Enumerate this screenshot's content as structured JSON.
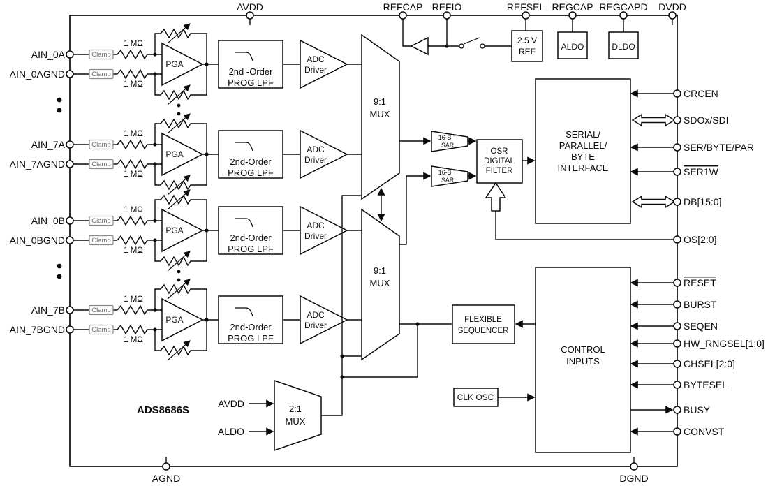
{
  "figure": {
    "chip_label": "ADS8686S"
  },
  "top_pins": [
    "AVDD",
    "REFCAP",
    "REFIO",
    "REFSEL",
    "REGCAP",
    "REGCAPD",
    "DVDD"
  ],
  "bottom_pins": [
    "AGND",
    "DGND"
  ],
  "right_pins": [
    {
      "label": "CRCEN",
      "dir": "input"
    },
    {
      "label": "SDOx/SDI",
      "dir": "bidirectional"
    },
    {
      "label": "SER/BYTE/PAR",
      "dir": "input"
    },
    {
      "label": "SER1W",
      "dir": "input",
      "overline": true
    },
    {
      "label": "DB[15:0]",
      "dir": "bidirectional"
    },
    {
      "label": "OS[2:0]",
      "dir": "input"
    },
    {
      "label": "RESET",
      "dir": "input",
      "overline": true
    },
    {
      "label": "BURST",
      "dir": "input"
    },
    {
      "label": "SEQEN",
      "dir": "input"
    },
    {
      "label": "HW_RNGSEL[1:0]",
      "dir": "input"
    },
    {
      "label": "CHSEL[2:0]",
      "dir": "input"
    },
    {
      "label": "BYTESEL",
      "dir": "input"
    },
    {
      "label": "BUSY",
      "dir": "output"
    },
    {
      "label": "CONVST",
      "dir": "input"
    }
  ],
  "channels": [
    {
      "pin": "AIN_0A",
      "gnd_pin": "AIN_0AGND",
      "clamp": "Clamp",
      "resistor": "1 MΩ",
      "pga": "PGA",
      "lpf_line1": "2nd -Order",
      "lpf_line2": "PROG LPF",
      "driver_line1": "ADC",
      "driver_line2": "Driver"
    },
    {
      "pin": "AIN_7A",
      "gnd_pin": "AIN_7AGND",
      "clamp": "Clamp",
      "resistor": "1 MΩ",
      "pga": "PGA",
      "lpf_line1": "2nd-Order",
      "lpf_line2": "PROG LPF",
      "driver_line1": "ADC",
      "driver_line2": "Driver"
    },
    {
      "pin": "AIN_0B",
      "gnd_pin": "AIN_0BGND",
      "clamp": "Clamp",
      "resistor": "1 MΩ",
      "pga": "PGA",
      "lpf_line1": "2nd-Order",
      "lpf_line2": "PROG LPF",
      "driver_line1": "ADC",
      "driver_line2": "Driver"
    },
    {
      "pin": "AIN_7B",
      "gnd_pin": "AIN_7BGND",
      "clamp": "Clamp",
      "resistor": "1 MΩ",
      "pga": "PGA",
      "lpf_line1": "2nd-Order",
      "lpf_line2": "PROG LPF",
      "driver_line1": "ADC",
      "driver_line2": "Driver"
    }
  ],
  "blocks": {
    "mux9": {
      "line1": "9:1",
      "line2": "MUX"
    },
    "sar": {
      "line1": "16-BIT",
      "line2": "SAR"
    },
    "osr": {
      "line1": "OSR",
      "line2": "DIGITAL",
      "line3": "FILTER"
    },
    "serial_interface": {
      "line1": "SERIAL/",
      "line2": "PARALLEL/",
      "line3": "BYTE",
      "line4": "INTERFACE"
    },
    "sequencer": {
      "line1": "FLEXIBLE",
      "line2": "SEQUENCER"
    },
    "control_inputs": {
      "line1": "CONTROL",
      "line2": "INPUTS"
    },
    "clk_osc": {
      "label": "CLK OSC"
    },
    "supply_mux": {
      "line1": "2:1",
      "line2": "MUX",
      "input1": "AVDD",
      "input2": "ALDO"
    },
    "vref": {
      "line1": "2.5 V",
      "line2": "REF"
    },
    "aldo": {
      "label": "ALDO"
    },
    "dldo": {
      "label": "DLDO"
    }
  }
}
